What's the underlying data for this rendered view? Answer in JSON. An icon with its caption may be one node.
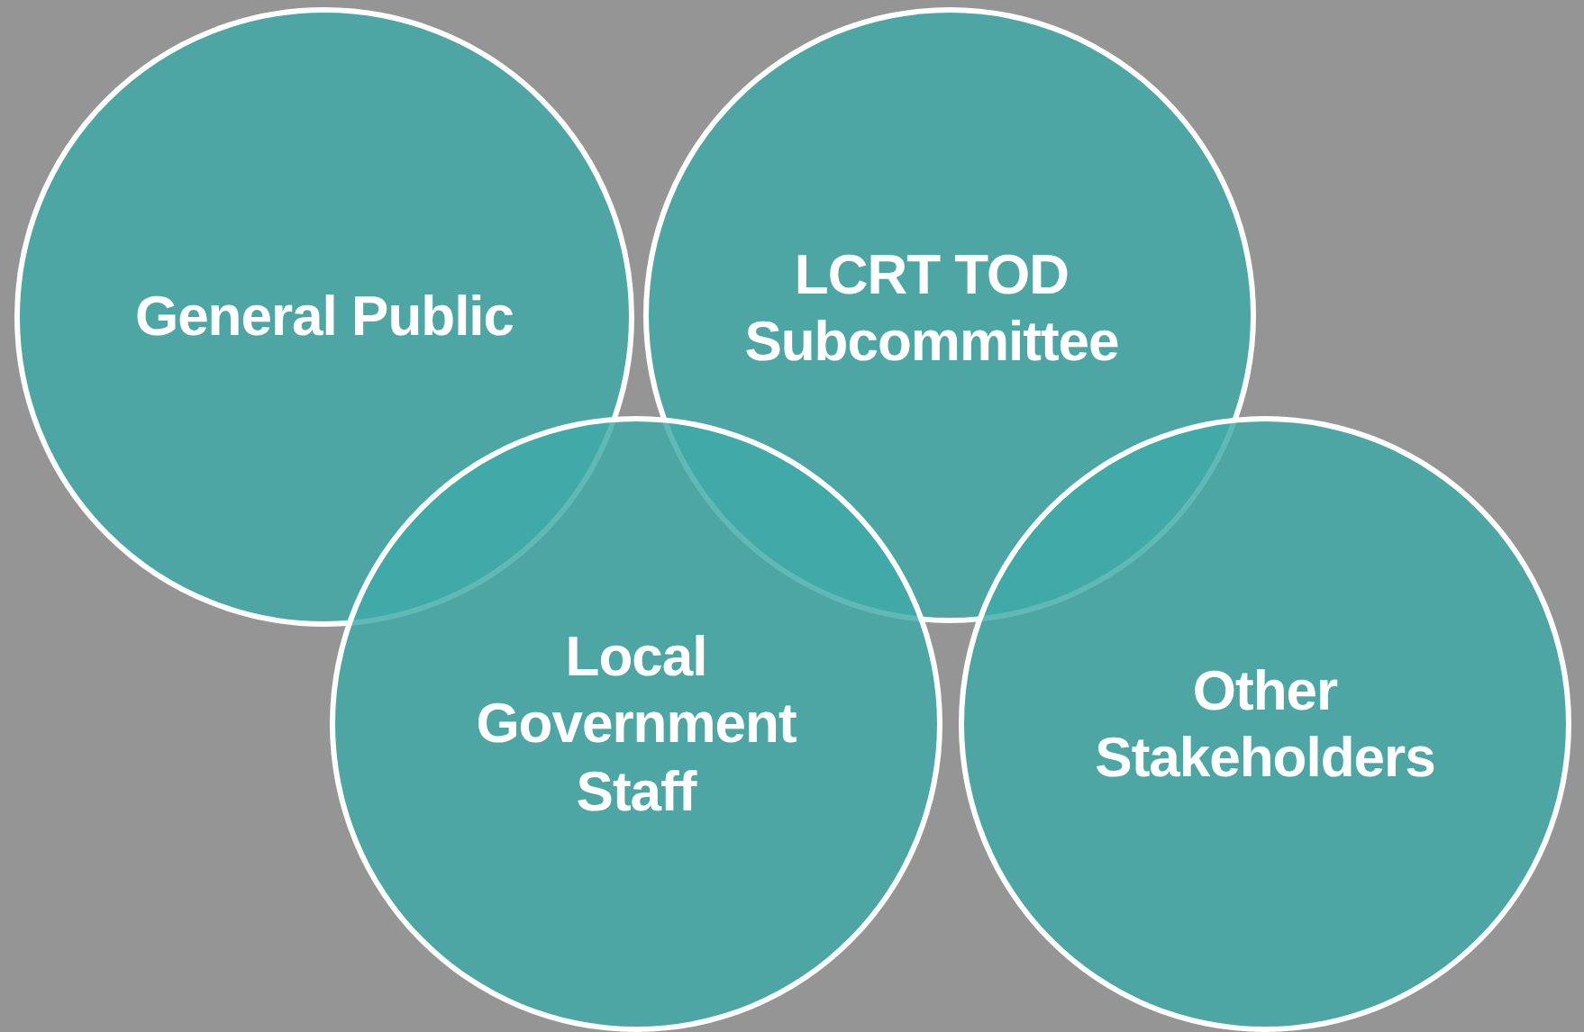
{
  "diagram": {
    "nodes": [
      {
        "text": [
          "General Public"
        ]
      },
      {
        "text": [
          "LCRT TOD Subcommittee"
        ]
      },
      {
        "text": [
          "Local Government Staff"
        ]
      },
      {
        "text": [
          "Other Stakeholders"
        ]
      }
    ]
  }
}
